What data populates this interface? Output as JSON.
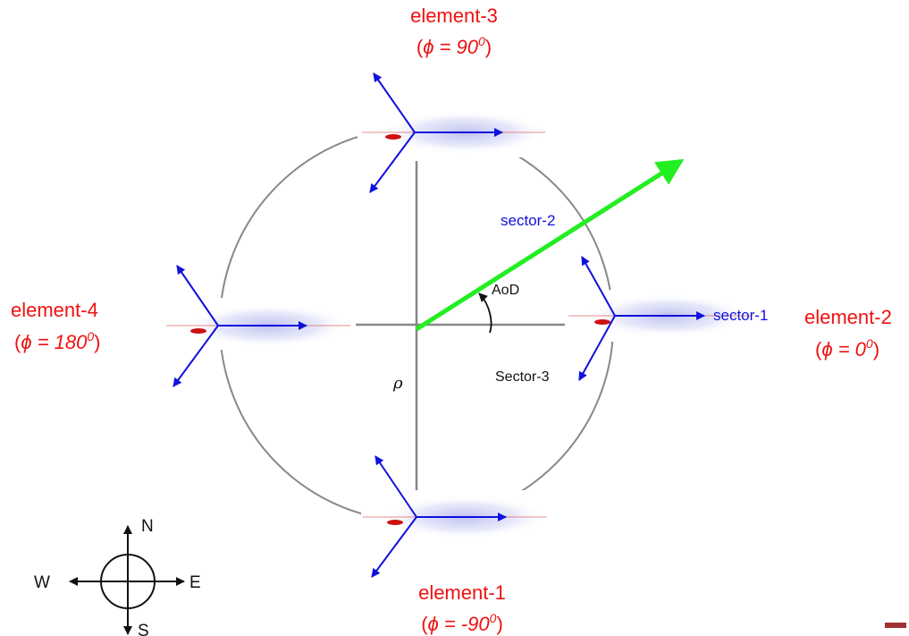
{
  "elements": [
    {
      "name": "element-1",
      "phi": "-90",
      "sup": "0"
    },
    {
      "name": "element-2",
      "phi": "0",
      "sup": "0"
    },
    {
      "name": "element-3",
      "phi": "90",
      "sup": "0"
    },
    {
      "name": "element-4",
      "phi": "180",
      "sup": "0"
    }
  ],
  "phi_symbol": "ϕ",
  "equals": " = ",
  "sectors": {
    "sector1": "sector-1",
    "sector2": "sector-2",
    "sector3": "Sector-3"
  },
  "aod_label": "AoD",
  "rho_label": "ρ",
  "compass": {
    "n": "N",
    "s": "S",
    "e": "E",
    "w": "W"
  },
  "colors": {
    "element_label": "#ee1111",
    "sector_arrow": "#1010dd",
    "beam_arrow": "#22ee22",
    "circle": "#888888"
  }
}
